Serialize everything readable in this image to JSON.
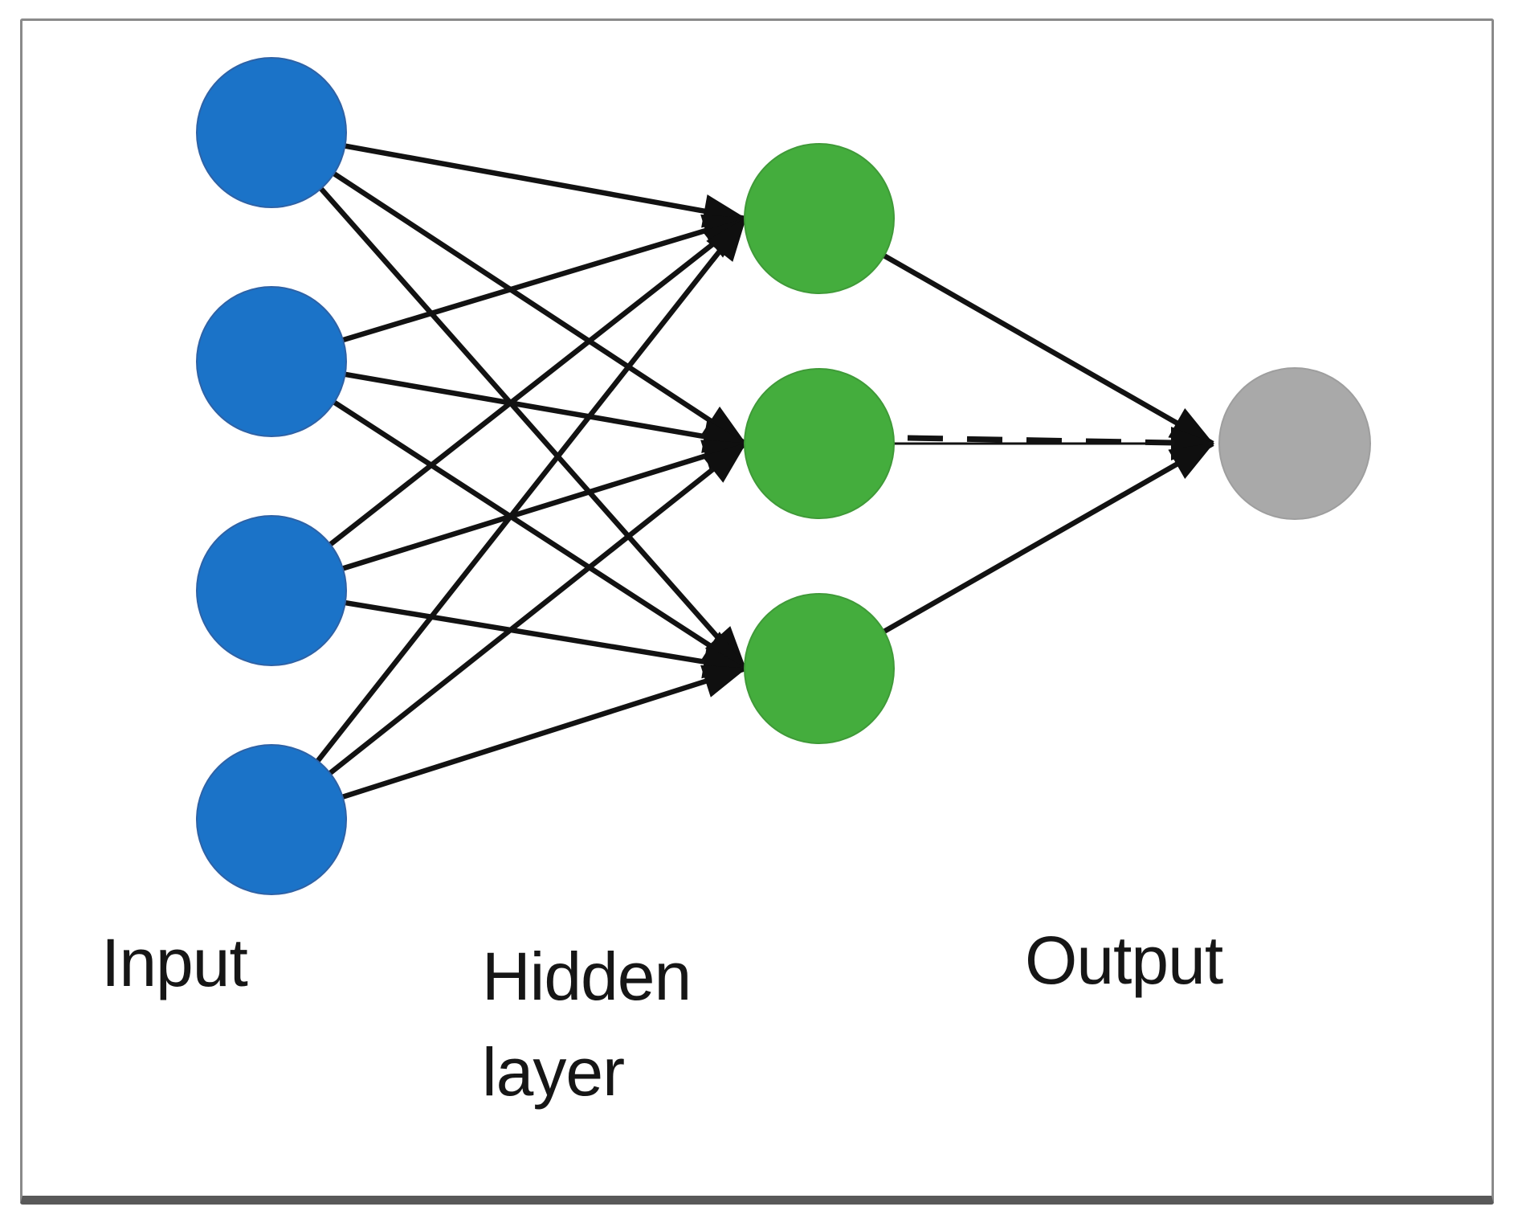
{
  "diagram": {
    "type": "feedforward-neural-network",
    "labels": {
      "input": "Input",
      "hidden_line1": "Hidden",
      "hidden_line2": "layer",
      "output": "Output"
    },
    "layers": [
      {
        "name": "input",
        "node_count": 4,
        "node_color": "#1b73c8",
        "node_edge_color": "#2e62a6"
      },
      {
        "name": "hidden",
        "node_count": 3,
        "node_color": "#44ad3d",
        "node_edge_color": "#3f9a38"
      },
      {
        "name": "output",
        "node_count": 1,
        "node_color": "#a9a9a9",
        "node_edge_color": "#9e9e9e"
      }
    ],
    "connections": {
      "input_to_hidden": "fully-connected, 12 arrows",
      "hidden_to_output": "fully-connected, 3 arrows, middle edge dashed",
      "edge_color": "#121212",
      "arrowhead_color": "#0f0f0f"
    },
    "frame": {
      "border_color": "#8a8a8a",
      "bottom_edge_color": "#595959",
      "background": "#ffffff"
    }
  }
}
